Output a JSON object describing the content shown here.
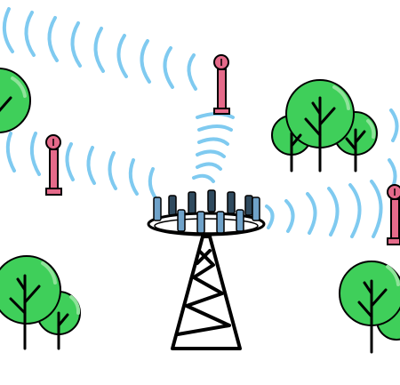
{
  "illustration": {
    "signal_color": "#7fcaf0",
    "antenna_color": "#e56a8a",
    "tree_leaf_color": "#3fcf5a",
    "tree_leaf_highlight": "#8fe39a",
    "outline_color": "#000000",
    "receivers": [
      {
        "name": "receiver-antenna-top",
        "icon": "antenna-icon"
      },
      {
        "name": "receiver-antenna-left",
        "icon": "antenna-icon"
      },
      {
        "name": "receiver-antenna-right",
        "icon": "antenna-icon"
      }
    ],
    "trees": [
      {
        "name": "tree-top-left",
        "icon": "tree-icon"
      },
      {
        "name": "tree-cluster-top-right",
        "icon": "tree-icon"
      },
      {
        "name": "tree-cluster-bottom-left",
        "icon": "tree-icon"
      },
      {
        "name": "tree-cluster-bottom-right",
        "icon": "tree-icon"
      }
    ],
    "central_tower": {
      "icon": "cell-tower-icon"
    }
  }
}
